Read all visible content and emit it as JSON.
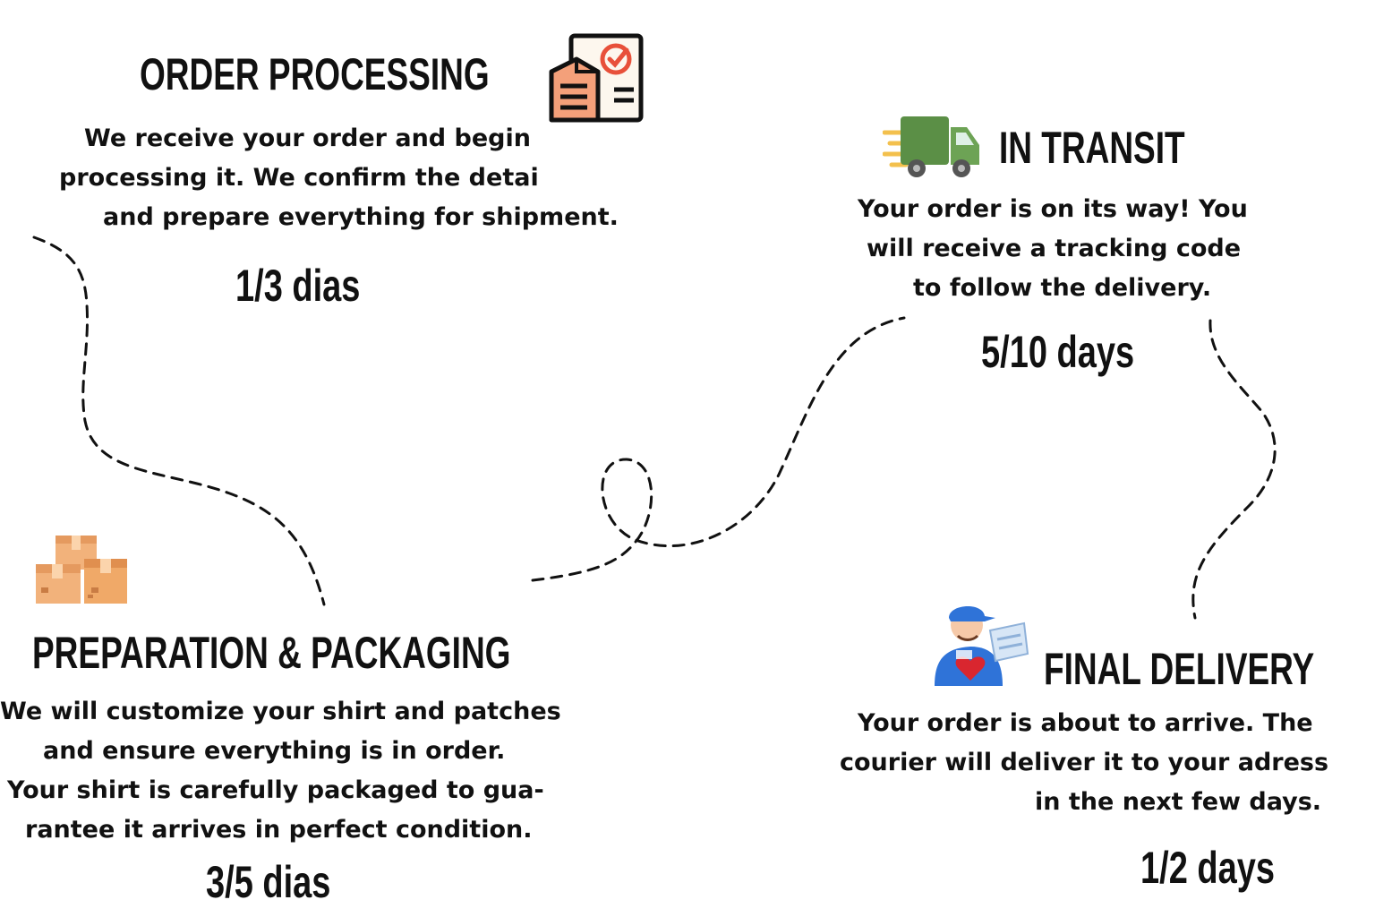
{
  "steps": {
    "order_processing": {
      "title": "ORDER PROCESSING",
      "lines": [
        "We receive your order and begin",
        "processing it. We confirm the detai",
        "and prepare everything for shipment."
      ],
      "duration": "1/3 dias",
      "icon": "order-document-icon"
    },
    "in_transit": {
      "title": "IN TRANSIT",
      "lines": [
        "Your order is on its way! You",
        "will receive a tracking code",
        "to follow the delivery."
      ],
      "duration": "5/10 days",
      "icon": "delivery-truck-icon"
    },
    "preparation": {
      "title": "PREPARATION & PACKAGING",
      "lines": [
        "We will customize your shirt and patches",
        "and ensure everything is in order.",
        "Your shirt is carefully packaged to gua-",
        "rantee it arrives in perfect condition."
      ],
      "duration": "3/5 dias",
      "icon": "stacked-boxes-icon"
    },
    "final_delivery": {
      "title": "FINAL DELIVERY",
      "lines": [
        "Your order is about to arrive. The",
        "courier will deliver it to your adress",
        "in the next few days."
      ],
      "duration": "1/2 days",
      "icon": "courier-icon"
    }
  },
  "colors": {
    "text": "#111111",
    "document_orange": "#f4a07a",
    "check_red": "#e8503a",
    "truck_green": "#5b8f46",
    "truck_stripes": "#f3c04d",
    "box_orange": "#f2b27b",
    "courier_blue": "#2f73d8",
    "courier_heart": "#d9262f"
  }
}
